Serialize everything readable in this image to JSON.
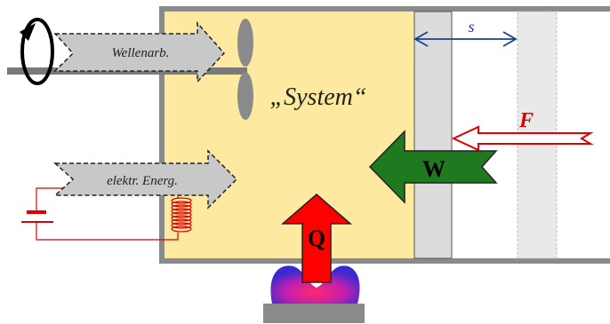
{
  "labels": {
    "system": "„System“",
    "shaft_work": "Wellenarb.",
    "electric_energy": "elektr. Energ.",
    "displacement": "s",
    "force": "F",
    "work": "W",
    "heat": "Q"
  },
  "colors": {
    "system_fill": "#fde9a0",
    "wall": "#8a8a8a",
    "piston": "#dcdcdc",
    "work_arrow": "#1f7a1f",
    "heat_arrow": "#ff0000",
    "force_arrow": "#e00000",
    "displacement_arrow": "#1a3f8a",
    "input_arrows": "#c8c8c8"
  },
  "icons": [
    "rotation-icon",
    "fan-icon",
    "battery-icon",
    "coil-icon",
    "flame-icon"
  ]
}
